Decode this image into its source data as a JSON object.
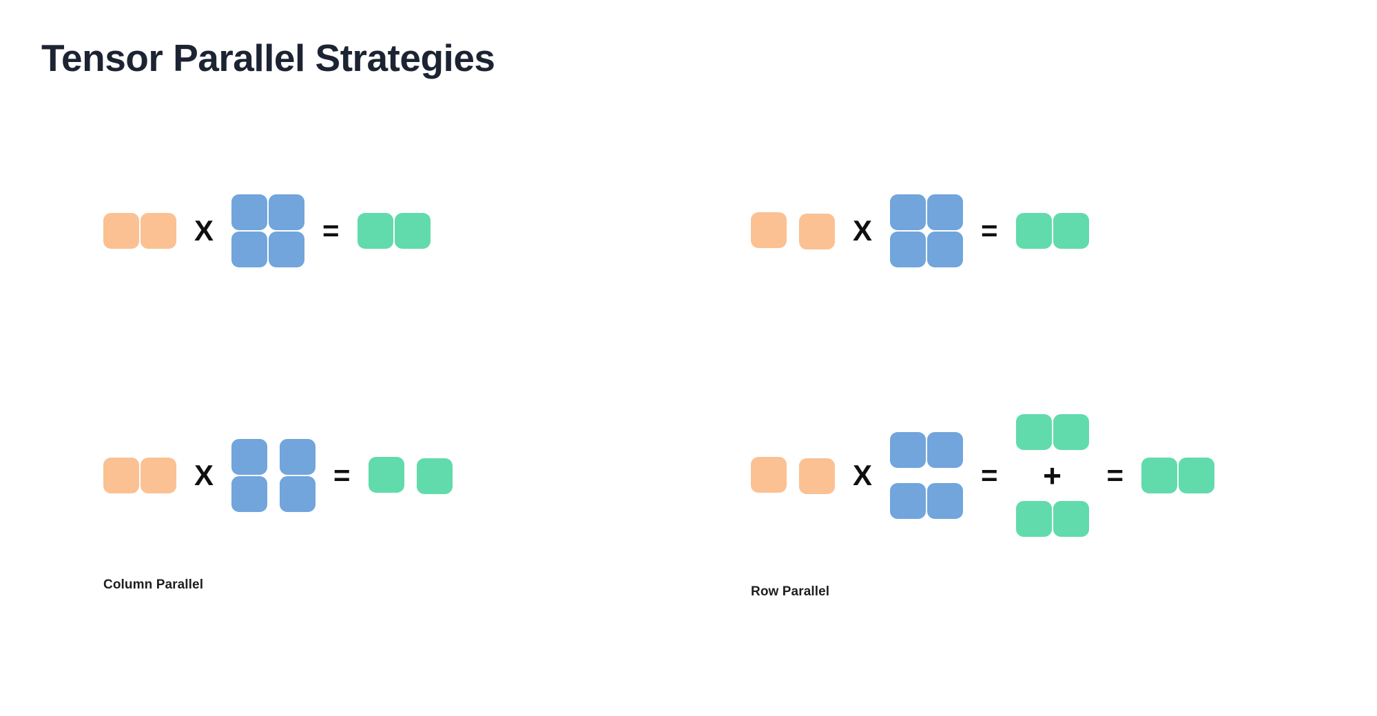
{
  "page": {
    "title": "Tensor Parallel Strategies",
    "background_color": "#ffffff",
    "title_color": "#1c2433"
  },
  "palette": {
    "input_orange": "#fbc193",
    "weight_blue": "#71a5dc",
    "output_green": "#61dbab",
    "operator_black": "#101010"
  },
  "operators": {
    "multiply": "X",
    "equals": "=",
    "plus": "+"
  },
  "panels": [
    {
      "id": "column-parallel",
      "label": "Column Parallel",
      "rows": [
        {
          "id": "unsharded",
          "input": {
            "color": "input_orange",
            "shape": [
              1,
              2
            ],
            "split": "none"
          },
          "weight": {
            "color": "weight_blue",
            "shape": [
              2,
              2
            ],
            "split": "none"
          },
          "output": {
            "color": "output_green",
            "shape": [
              1,
              2
            ],
            "split": "none"
          },
          "has_sum": false
        },
        {
          "id": "sharded",
          "input": {
            "color": "input_orange",
            "shape": [
              1,
              2
            ],
            "split": "none"
          },
          "weight": {
            "color": "weight_blue",
            "shape": [
              2,
              2
            ],
            "split": "columns"
          },
          "output": {
            "color": "output_green",
            "shape": [
              1,
              2
            ],
            "split": "columns"
          },
          "has_sum": false
        }
      ]
    },
    {
      "id": "row-parallel",
      "label": "Row Parallel",
      "rows": [
        {
          "id": "unsharded",
          "input": {
            "color": "input_orange",
            "shape": [
              1,
              2
            ],
            "split": "gapped"
          },
          "weight": {
            "color": "weight_blue",
            "shape": [
              2,
              2
            ],
            "split": "none"
          },
          "output": {
            "color": "output_green",
            "shape": [
              1,
              2
            ],
            "split": "none"
          },
          "has_sum": false
        },
        {
          "id": "sharded",
          "input": {
            "color": "input_orange",
            "shape": [
              1,
              2
            ],
            "split": "gapped"
          },
          "weight": {
            "color": "weight_blue",
            "shape": [
              2,
              2
            ],
            "split": "rows"
          },
          "partials": [
            {
              "color": "output_green",
              "shape": [
                1,
                2
              ]
            },
            {
              "color": "output_green",
              "shape": [
                1,
                2
              ]
            }
          ],
          "output": {
            "color": "output_green",
            "shape": [
              1,
              2
            ],
            "split": "none"
          },
          "has_sum": true
        }
      ]
    }
  ]
}
